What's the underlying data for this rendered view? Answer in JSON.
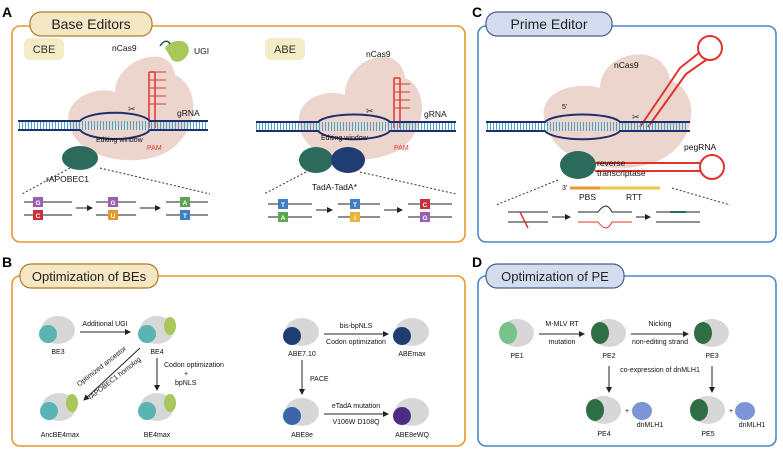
{
  "panels": {
    "A": {
      "letter": "A",
      "title": "Base Editors",
      "cbe": {
        "label": "CBE",
        "ncas9": "nCas9",
        "ugi": "UGI",
        "grna": "gRNA",
        "window": "Editing window",
        "pam": "PAM",
        "deaminase": "rAPOBEC1",
        "bases": {
          "top": [
            "G",
            "G",
            "A"
          ],
          "bottom": [
            "C",
            "U",
            "T"
          ]
        }
      },
      "abe": {
        "label": "ABE",
        "ncas9": "nCas9",
        "grna": "gRNA",
        "window": "Editing window",
        "pam": "PAM",
        "deaminase": "TadA-TadA*",
        "bases": {
          "top": [
            "T",
            "T",
            "C"
          ],
          "bottom": [
            "A",
            "I",
            "G"
          ]
        }
      }
    },
    "B": {
      "letter": "B",
      "title": "Optimization of BEs",
      "nodes": {
        "be3": "BE3",
        "be4": "BE4",
        "anc": "AncBE4max",
        "be4max": "BE4max",
        "abe710": "ABE7.10",
        "abemax": "ABEmax",
        "abe8e": "ABE8e",
        "abe8ewq": "ABE8eWQ"
      },
      "arrows": {
        "ugi": "Additional UGI",
        "anc1": "Optimized ancestor",
        "anc2": "rAPOBEC1 homolog",
        "codon1": "Codon optimization",
        "plus": "+",
        "codon2": "bpNLS",
        "bis": "bis-bpNLS",
        "codon3": "Codon optimization",
        "pace": "PACE",
        "etada": "eTadA mutation",
        "v106": "V106W D108Q"
      }
    },
    "C": {
      "letter": "C",
      "title": "Prime Editor",
      "ncas9": "nCas9",
      "pegrna": "pegRNA",
      "rt1": "reverse",
      "rt2": "transcriptase",
      "five": "5'",
      "three": "3'",
      "pbs": "PBS",
      "rtt": "RTT"
    },
    "D": {
      "letter": "D",
      "title": "Optimization of PE",
      "nodes": {
        "pe1": "PE1",
        "pe2": "PE2",
        "pe3": "PE3",
        "pe4": "PE4",
        "pe5": "PE5",
        "mlh1a": "dnMLH1",
        "mlh1b": "dnMLH1",
        "plus1": "+",
        "plus2": "+"
      },
      "arrows": {
        "mmlv1": "M-MLV RT",
        "mmlv2": "mutation",
        "nick1": "Nicking",
        "nick2": "non-editing strand",
        "coexp": "co-expression of dnMLH1"
      }
    }
  },
  "colors": {
    "orange": "#e8962e",
    "blue": "#4d86c6",
    "red": "#e0352e",
    "navy": "#1f2e6e",
    "teal": "#2c6b5c"
  }
}
